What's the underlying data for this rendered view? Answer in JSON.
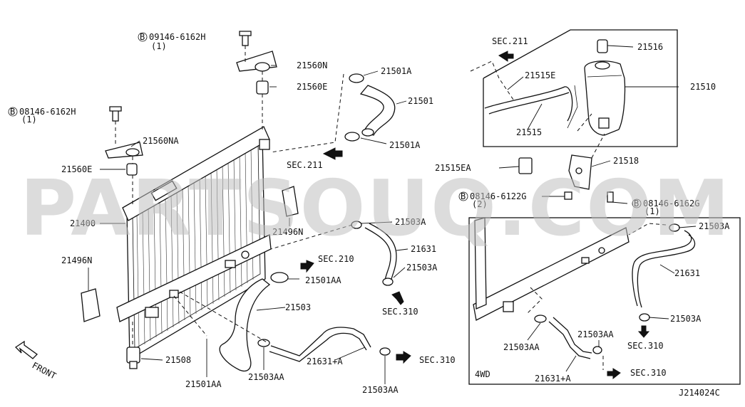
{
  "diagram_code": "J214024C",
  "watermark": "PARTSOUQ.COM",
  "inset_label": "4WD",
  "front_label": "FRONT",
  "labels": {
    "bolt_top": "09146-6162H",
    "bolt_top_qty": "(1)",
    "bolt_left": "08146-6162H",
    "bolt_left_qty": "(1)",
    "p21560N": "21560N",
    "p21560E_top": "21560E",
    "p21560NA": "21560NA",
    "p21560E_left": "21560E",
    "p21400": "21400",
    "p21496N_mid": "21496N",
    "p21496N_left": "21496N",
    "p21508": "21508",
    "p21501AA_bottom": "21501AA",
    "p21501AA_mid": "21501AA",
    "p21503AA_bottom": "21503AA",
    "p21503AA_right": "21503AA",
    "p21503": "21503",
    "p21631A_bottom": "21631+A",
    "sec310_bottom": "SEC.310",
    "sec210": "SEC.210",
    "p21501A_top": "21501A",
    "p21501": "21501",
    "p21501A_mid": "21501A",
    "sec211_mid": "SEC.211",
    "p21503A_top": "21503A",
    "p21631": "21631",
    "p21503A_mid": "21503A",
    "sec310_mid": "SEC.310",
    "sec211_top": "SEC.211",
    "p21516": "21516",
    "p21515E": "21515E",
    "p21510": "21510",
    "p21515": "21515",
    "p21515EA": "21515EA",
    "p21518": "21518",
    "bolt_right1": "08146-6122G",
    "bolt_right1_qty": "(2)",
    "bolt_right2": "08146-6162G",
    "bolt_right2_qty": "(1)",
    "inset_21503A_top": "21503A",
    "inset_21631": "21631",
    "inset_21503A_mid": "21503A",
    "inset_sec310_mid": "SEC.310",
    "inset_21503AA_left": "21503AA",
    "inset_21503AA_mid": "21503AA",
    "inset_21631A": "21631+A",
    "inset_sec310_bottom": "SEC.310"
  }
}
